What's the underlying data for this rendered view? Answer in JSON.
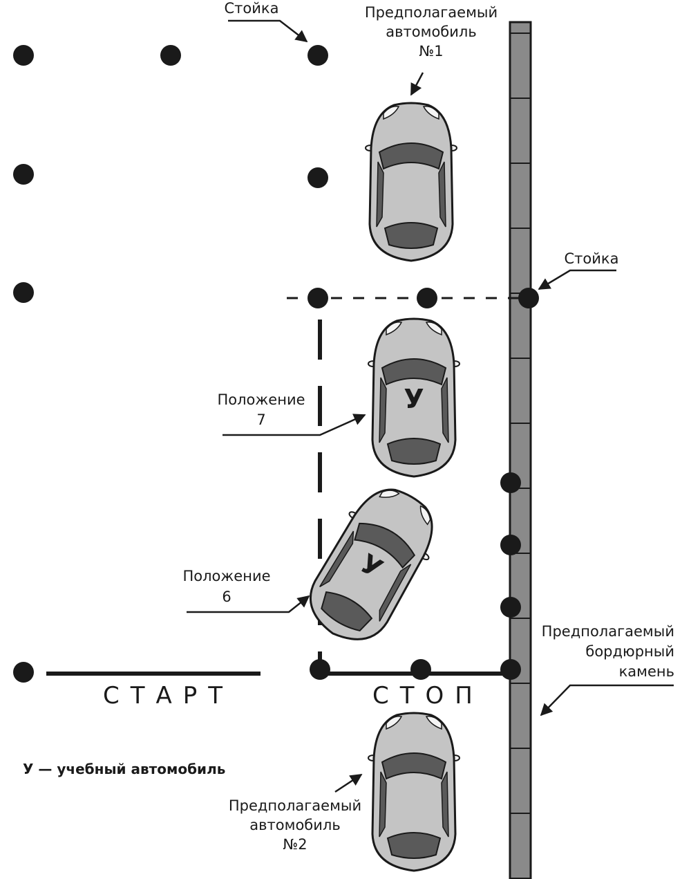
{
  "labels": {
    "post_top": "Стойка",
    "post_right": "Стойка",
    "car1": [
      "Предполагаемый",
      "автомобиль",
      "№1"
    ],
    "car2": [
      "Предполагаемый",
      "автомобиль",
      "№2"
    ],
    "pos7": [
      "Положение",
      "7"
    ],
    "pos6": [
      "Положение",
      "6"
    ],
    "curb": [
      "Предполагаемый",
      "бордюрный",
      "камень"
    ],
    "start": "СТАРТ",
    "stop": "СТОП",
    "legend": "У — учебный автомобиль",
    "training_car_letter": "У"
  },
  "colors": {
    "ink": "#1a1a1a",
    "curb": "#8a8a8a",
    "car_body": "#c4c4c4",
    "car_glass": "#5a5a5a"
  }
}
